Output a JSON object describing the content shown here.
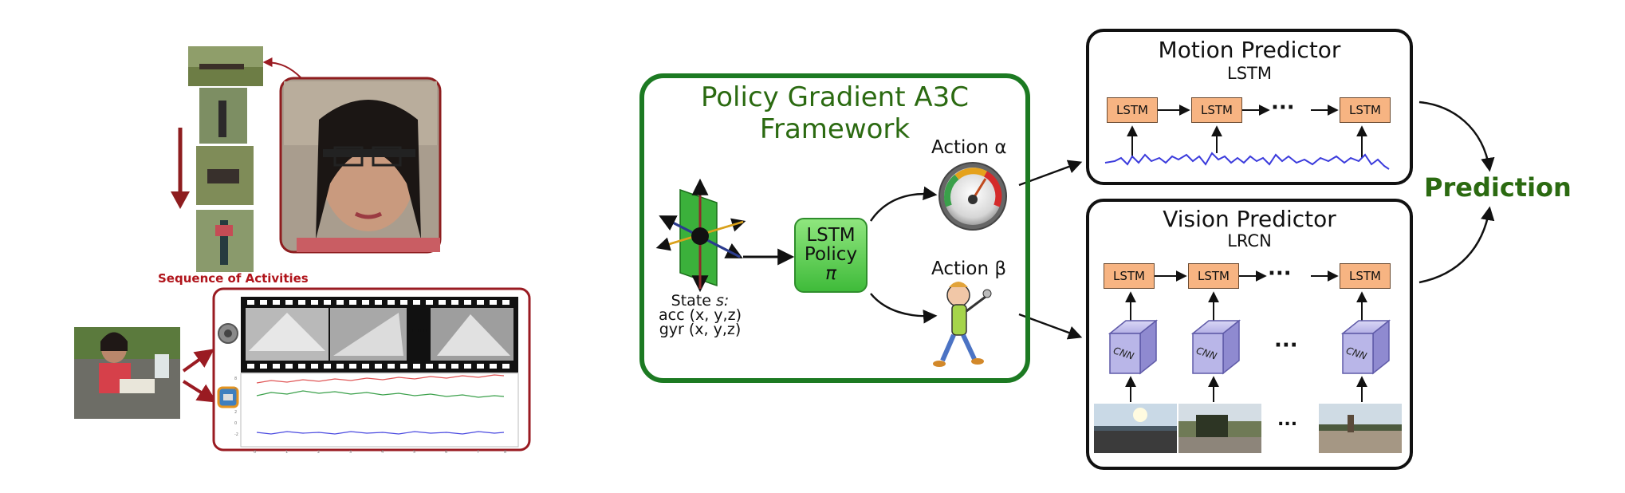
{
  "left_panel": {
    "sequence_label": "Sequence of Activities",
    "video_ellipsis": "...",
    "signal_colors": [
      "#e05656",
      "#3aa04a",
      "#4a4ae0"
    ]
  },
  "policy": {
    "title": "Policy Gradient A3C Framework",
    "lstm_policy_lines": [
      "LSTM",
      "Policy",
      "π"
    ],
    "state_label": "State",
    "state_symbol": "s:",
    "state_acc": "acc (x, y,z)",
    "state_gyr": "gyr (x, y,z)",
    "action_alpha": "Action α",
    "action_beta": "Action β"
  },
  "motion_predictor": {
    "title": "Motion Predictor",
    "subtitle": "LSTM",
    "cells": [
      "LSTM",
      "LSTM",
      "LSTM"
    ],
    "ellipsis": "···"
  },
  "vision_predictor": {
    "title": "Vision Predictor",
    "subtitle": "LRCN",
    "cells": [
      "LSTM",
      "LSTM",
      "LSTM"
    ],
    "cnn_label": "CNN",
    "ellipsis": "···",
    "cnn_ellipsis": "···",
    "image_ellipsis": "..."
  },
  "prediction_label": "Prediction",
  "colors": {
    "policy_green": "#1c7a22",
    "prediction_green": "#2b6a11",
    "dark_red": "#9a1b22",
    "lstm_fill": "#f7b482",
    "cnn_fill": "#b9b6e8"
  }
}
